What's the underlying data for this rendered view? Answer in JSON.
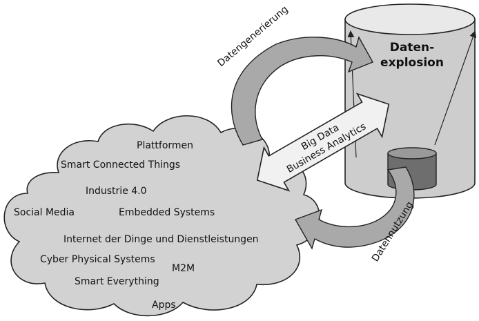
{
  "cloud": {
    "terms": [
      "Plattformen",
      "Smart Connected Things",
      "Industrie 4.0",
      "Social Media",
      "Embedded Systems",
      "Internet der Dinge und Dienstleistungen",
      "Cyber Physical Systems",
      "M2M",
      "Smart Everything",
      "Apps"
    ]
  },
  "cylinder": {
    "title_line1": "Daten-",
    "title_line2": "explosion"
  },
  "flows": {
    "top": "Datengenerierung",
    "bottom": "Datennutzung"
  },
  "center_arrow": {
    "line1": "Big Data",
    "line2": "Business Analytics"
  },
  "colors": {
    "cloud_fill": "#d2d2d2",
    "cylinder_fill": "#cdcdcd",
    "cylinder_top": "#e9e9e9",
    "arrow_fill": "#a9a9a9",
    "center_arrow_fill": "#f1f1f1",
    "small_cylinder": "#6e6e6e"
  }
}
